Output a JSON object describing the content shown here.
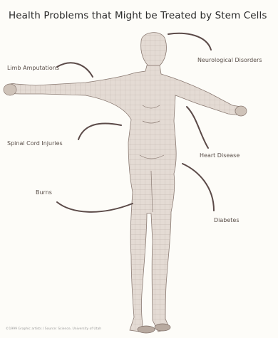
{
  "title": "Health Problems that Might be Treated by Stem Cells",
  "labels": {
    "limb_amputations": "Limb Amputations",
    "neurological_disorders": "Neurological Disorders",
    "spinal_cord_injuries": "Spinal Cord Injuries",
    "heart_disease": "Heart Disease",
    "burns": "Burns",
    "diabetes": "Diabetes"
  },
  "footer": "©1999 Graphic artists / Source: Science, University of Utah",
  "colors": {
    "leader_line": "#5b4a48",
    "body_fill": "#e4dbd4",
    "body_stroke": "#8a7a72",
    "text": "#2a2a2a"
  }
}
